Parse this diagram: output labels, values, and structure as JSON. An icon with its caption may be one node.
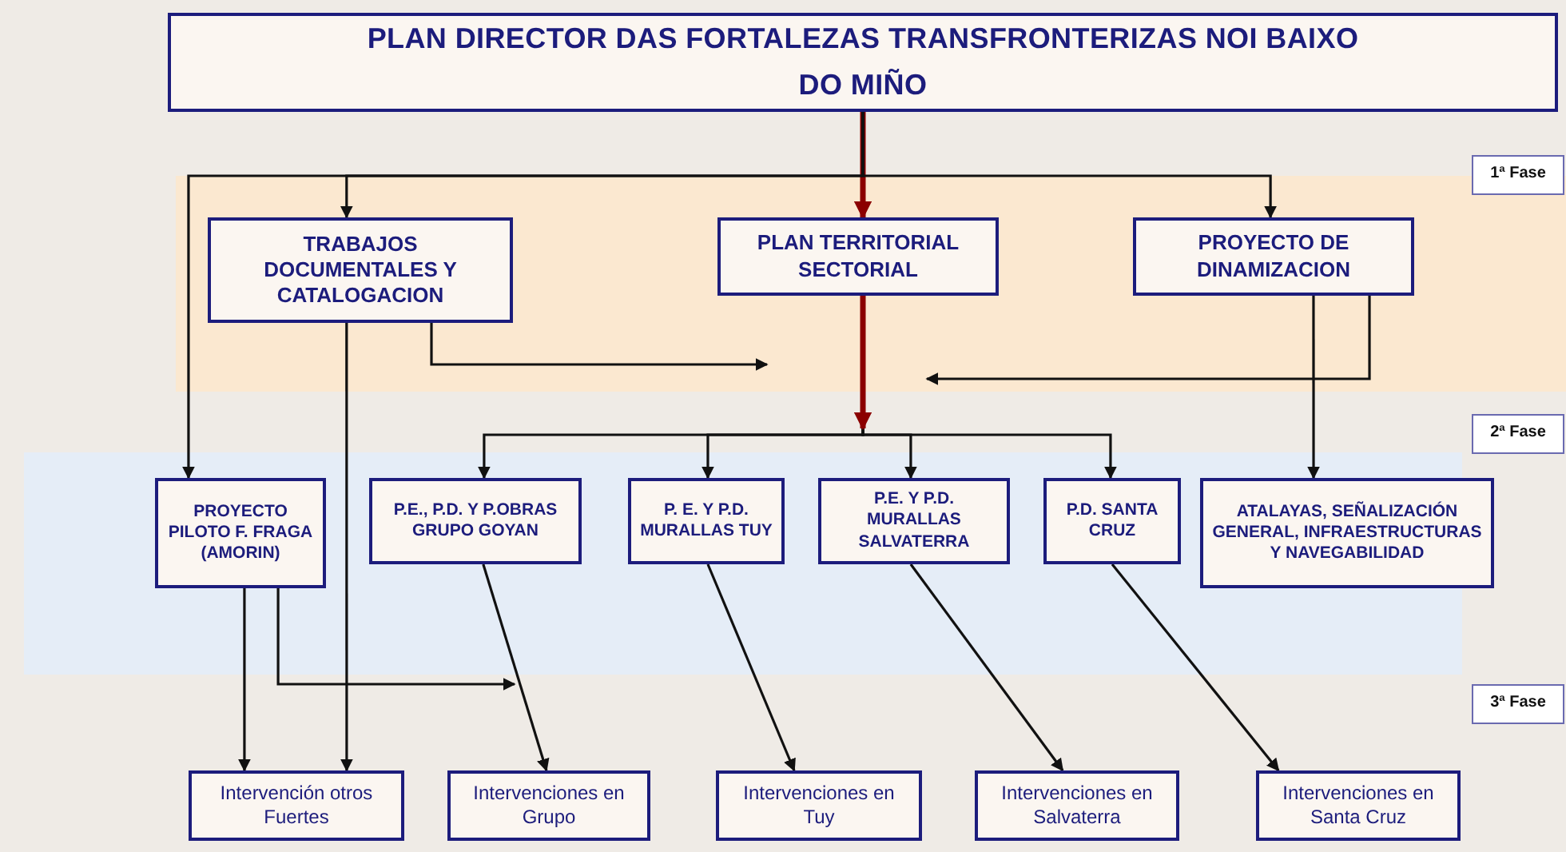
{
  "diagram": {
    "nodes": [
      {
        "text": [
          "PLAN DIRECTOR DAS FORTALEZAS TRANSFRONTERIZAS NOI BAIXO DO MIÑO"
        ]
      },
      {
        "text": [
          "TRABAJOS DOCUMENTALES Y CATALOGACION"
        ]
      },
      {
        "text": [
          "PLAN TERRITORIAL SECTORIAL"
        ]
      },
      {
        "text": [
          "PROYECTO DE DINAMIZACION"
        ]
      },
      {
        "text": [
          "PROYECTO PILOTO F. FRAGA (AMORIN)"
        ]
      },
      {
        "text": [
          "P.E., P.D. Y P.OBRAS GRUPO GOYAN"
        ]
      },
      {
        "text": [
          "P. E. Y P.D. MURALLAS TUY"
        ]
      },
      {
        "text": [
          "P.E. Y P.D. MURALLAS SALVATERRA"
        ]
      },
      {
        "text": [
          "P.D. SANTA CRUZ"
        ]
      },
      {
        "text": [
          "ATALAYAS, SEÑALIZACIÓN GENERAL, INFRAESTRUCTURAS Y NAVEGABILIDAD"
        ]
      },
      {
        "text": [
          "Intervención otros Fuertes"
        ]
      },
      {
        "text": [
          "Intervenciones en Grupo"
        ]
      },
      {
        "text": [
          "Intervenciones en Tuy"
        ]
      },
      {
        "text": [
          "Intervenciones en Salvaterra"
        ]
      },
      {
        "text": [
          "Intervenciones en Santa Cruz"
        ]
      },
      {
        "text": [
          "1ª Fase"
        ]
      },
      {
        "text": [
          "2ª Fase"
        ]
      },
      {
        "text": [
          "3ª Fase"
        ]
      }
    ],
    "edges": [
      {
        "from": 0,
        "to": 2,
        "arrow": "to",
        "style": "thick",
        "color": "#8b0000"
      },
      {
        "from": 0,
        "to": 1,
        "arrow": "to"
      },
      {
        "from": 0,
        "to": 3,
        "arrow": "to"
      },
      {
        "from": 0,
        "to": 4,
        "arrow": "to"
      },
      {
        "from": 2,
        "to": 5,
        "arrow": "to"
      },
      {
        "from": 2,
        "to": 6,
        "arrow": "to"
      },
      {
        "from": 2,
        "to": 7,
        "arrow": "to"
      },
      {
        "from": 2,
        "to": 8,
        "arrow": "to"
      },
      {
        "from": 1,
        "to": null,
        "arrow": "to"
      },
      {
        "from": 3,
        "to": null,
        "arrow": "to"
      },
      {
        "from": 1,
        "to": 10,
        "arrow": "to"
      },
      {
        "from": 3,
        "to": 9,
        "arrow": "to"
      },
      {
        "from": 4,
        "to": 10,
        "arrow": "to"
      },
      {
        "from": 4,
        "to": null,
        "arrow": "to"
      },
      {
        "from": 5,
        "to": 11,
        "arrow": "to"
      },
      {
        "from": 6,
        "to": 12,
        "arrow": "to"
      },
      {
        "from": 7,
        "to": 13,
        "arrow": "to"
      },
      {
        "from": 8,
        "to": 14,
        "arrow": "to"
      }
    ]
  }
}
